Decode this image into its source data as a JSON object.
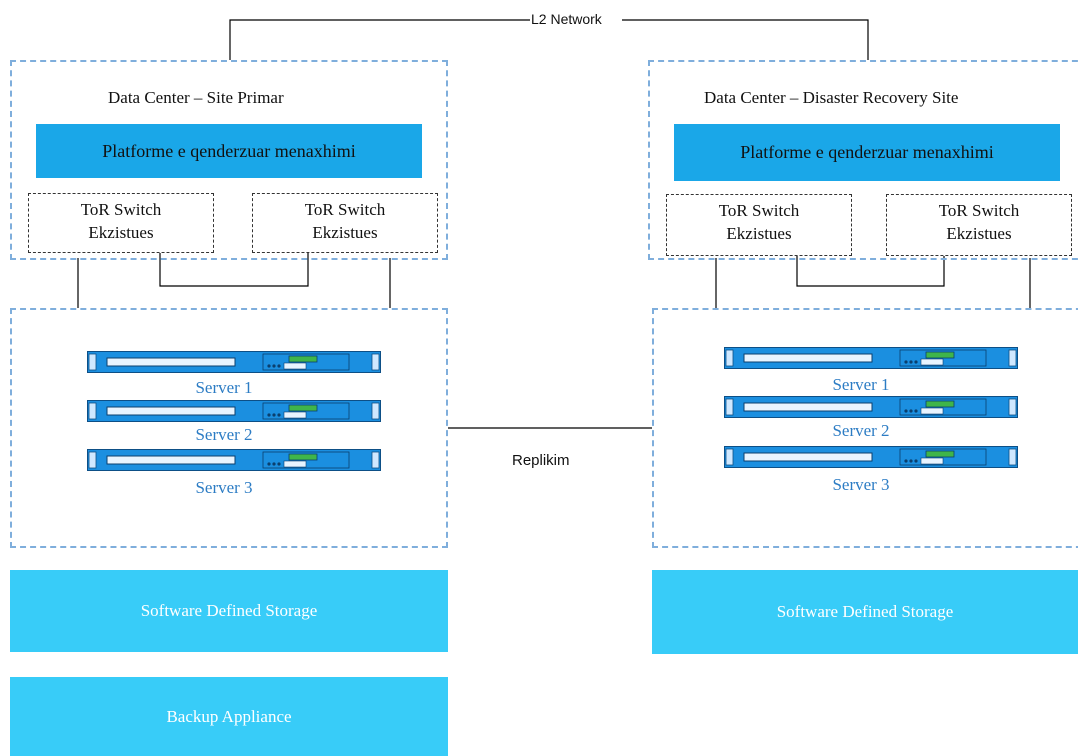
{
  "network": {
    "label": "L2 Network"
  },
  "replication": {
    "label": "Replikim"
  },
  "primary": {
    "title": "Data Center – Site Primar",
    "platform": "Platforme e qenderzuar menaxhimi",
    "tor_switches": [
      {
        "line1": "ToR Switch",
        "line2": "Ekzistues"
      },
      {
        "line1": "ToR Switch",
        "line2": "Ekzistues"
      }
    ],
    "servers": [
      "Server 1",
      "Server 2",
      "Server 3"
    ],
    "storage": "Software Defined Storage",
    "backup": "Backup Appliance"
  },
  "dr": {
    "title": "Data Center – Disaster Recovery Site",
    "platform": "Platforme e qenderzuar menaxhimi",
    "tor_switches": [
      {
        "line1": "ToR Switch",
        "line2": "Ekzistues"
      },
      {
        "line1": "ToR Switch",
        "line2": "Ekzistues"
      }
    ],
    "servers": [
      "Server 1",
      "Server 2",
      "Server 3"
    ],
    "storage": "Software Defined Storage"
  },
  "colors": {
    "dashed_border": "#7faedc",
    "platform": "#1aa7e8",
    "storage": "#38ccf8",
    "server_label": "#2c7cc4",
    "server_body": "#1b8fe0"
  }
}
